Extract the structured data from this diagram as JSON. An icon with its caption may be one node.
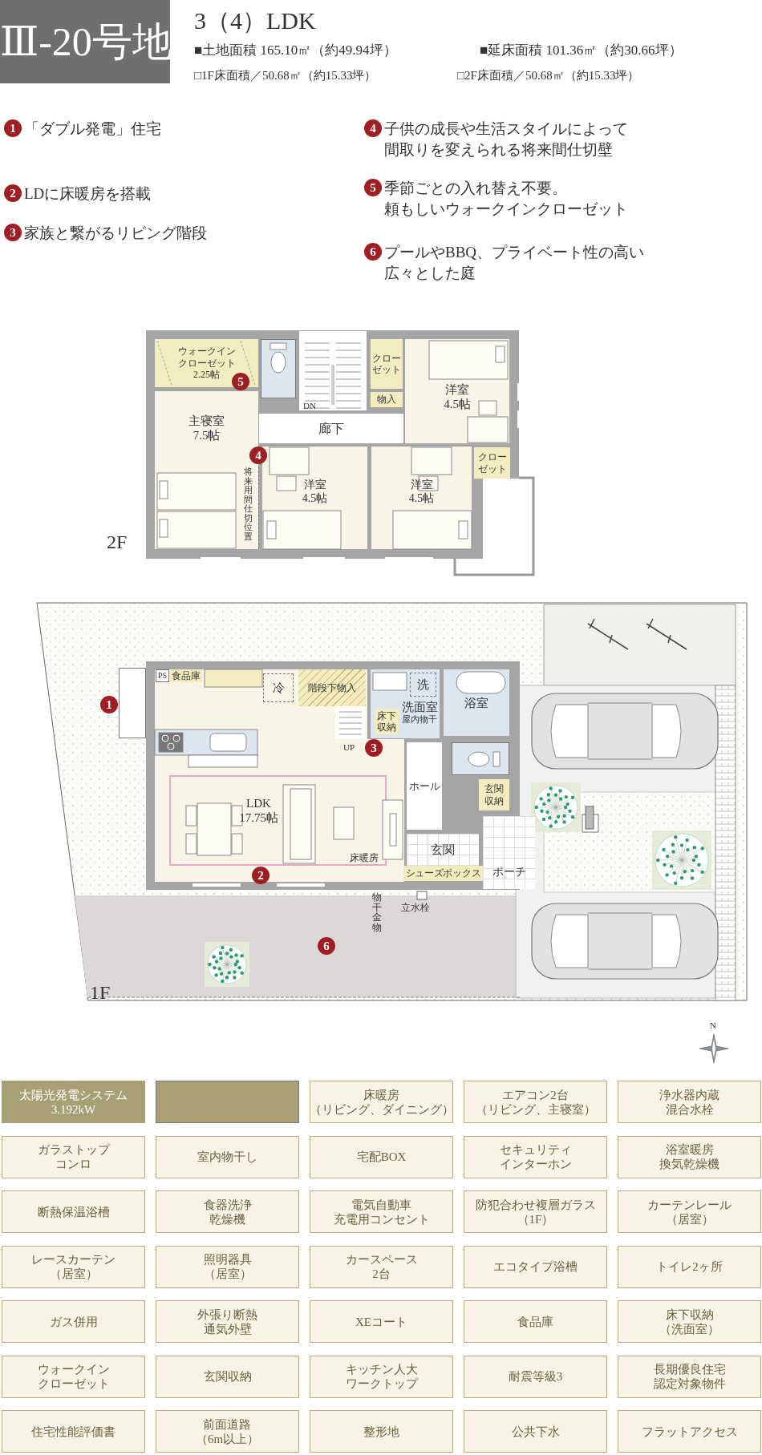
{
  "diagram": {
    "title": "Ⅲ-20号地",
    "nodes": [
      {
        "text": [
          "ウォークインクローゼット",
          "2.25帖"
        ]
      },
      {
        "text": [],
        "shape": "box"
      },
      {
        "text": [
          "クローゼット"
        ]
      },
      {
        "text": [
          "物入"
        ]
      },
      {
        "text": [
          "洋室",
          "4.5帖"
        ]
      },
      {
        "text": [
          "廊下"
        ]
      },
      {
        "text": [
          "主寝室",
          "7.5帖"
        ]
      },
      {
        "text": [
          "洋室",
          "4.5帖"
        ]
      },
      {
        "text": [
          "洋室",
          "4.5帖"
        ]
      },
      {
        "text": [
          "クローゼット"
        ]
      },
      {
        "text": [],
        "shape": "box"
      },
      {
        "text": [
          "PS"
        ]
      },
      {
        "text": [
          "食品庫"
        ]
      },
      {
        "text": [
          "冷"
        ]
      },
      {
        "text": [
          "階段下物入"
        ]
      },
      {
        "text": [
          "洗面室",
          "屋内物干"
        ]
      },
      {
        "text": [
          "洗"
        ],
        "in": 15
      },
      {
        "text": [
          "床下収納"
        ],
        "in": 15
      },
      {
        "text": [
          "浴室"
        ]
      },
      {
        "text": [
          "LDK",
          "17.75帖"
        ]
      },
      {
        "text": [],
        "shape": "box"
      },
      {
        "text": [
          "ホール"
        ]
      },
      {
        "text": [
          "玄関収納"
        ]
      },
      {
        "text": [
          "玄関"
        ]
      },
      {
        "text": [
          "シューズボックス"
        ]
      },
      {
        "text": [
          "ポーチ"
        ]
      },
      {
        "text": [
          "太陽光発電システム3.192kW"
        ]
      },
      {
        "text": [],
        "shape": "box"
      },
      {
        "text": [
          "床暖房（リビング、ダイニング）"
        ]
      },
      {
        "text": [
          "エアコン2台（リビング、主寝室）"
        ]
      },
      {
        "text": [
          "浄水器内蔵混合水栓"
        ]
      },
      {
        "text": [
          "ガラストップコンロ"
        ]
      },
      {
        "text": [
          "室内物干し"
        ]
      },
      {
        "text": [
          "宅配BOX"
        ]
      },
      {
        "text": [
          "セキュリティインターホン"
        ]
      },
      {
        "text": [
          "浴室暖房換気乾燥機"
        ]
      },
      {
        "text": [
          "断熱保温浴槽"
        ]
      },
      {
        "text": [
          "食器洗浄乾燥機"
        ]
      },
      {
        "text": [
          "電気自動車充電用コンセント"
        ]
      },
      {
        "text": [
          "防犯合わせ複層ガラス（1F）"
        ]
      },
      {
        "text": [
          "カーテンレール（居室）"
        ]
      },
      {
        "text": [
          "レースカーテン（居室）"
        ]
      },
      {
        "text": [
          "照明器具（居室）"
        ]
      },
      {
        "text": [
          "カースペース2台"
        ]
      },
      {
        "text": [
          "エコタイプ浴槽"
        ]
      },
      {
        "text": [
          "トイレ2ヶ所"
        ]
      },
      {
        "text": [
          "ガス併用"
        ]
      },
      {
        "text": [
          "外張り断熱通気外壁"
        ]
      },
      {
        "text": [
          "XEコート"
        ]
      },
      {
        "text": [
          "食品庫"
        ]
      },
      {
        "text": [
          "床下収納（洗面室）"
        ]
      },
      {
        "text": [
          "ウォークインクローゼット"
        ]
      },
      {
        "text": [
          "玄関収納"
        ]
      },
      {
        "text": [
          "キッチン人大ワークトップ"
        ]
      },
      {
        "text": [
          "耐震等級3"
        ]
      },
      {
        "text": [
          "長期優良住宅認定対象物件"
        ]
      },
      {
        "text": [
          "住宅性能評価書"
        ]
      },
      {
        "text": [
          "前面道路（6m以上）"
        ]
      },
      {
        "text": [
          "整形地"
        ]
      },
      {
        "text": [
          "公共下水"
        ]
      },
      {
        "text": [
          "フラットアクセス"
        ]
      }
    ],
    "labels": [
      "3（4）LDK",
      "■土地面積 165.10㎡（約49.94坪）",
      "■延床面積 101.36㎡（約30.66坪）",
      "□1F床面積／50.68㎡（約15.33坪）",
      "□2F床面積／50.68㎡（約15.33坪）",
      "1",
      "「ダブル発電」住宅",
      "2",
      "LDに床暖房を搭載",
      "3",
      "家族と繋がるリビング階段",
      "4",
      "子供の成長や生活スタイルによって間取りを変えられる将来間仕切壁",
      "5",
      "季節ごとの入れ替え不要。頼もしいウォークインクローゼット",
      "6",
      "プールやBBQ、プライベート性の高い広々とした庭",
      "5",
      "DN",
      "4",
      "将来用間仕切位置",
      "2F",
      "1",
      "UP",
      "3",
      "床暖房",
      "2",
      "物干金物",
      "立水栓",
      "6",
      "1F",
      "N"
    ]
  }
}
